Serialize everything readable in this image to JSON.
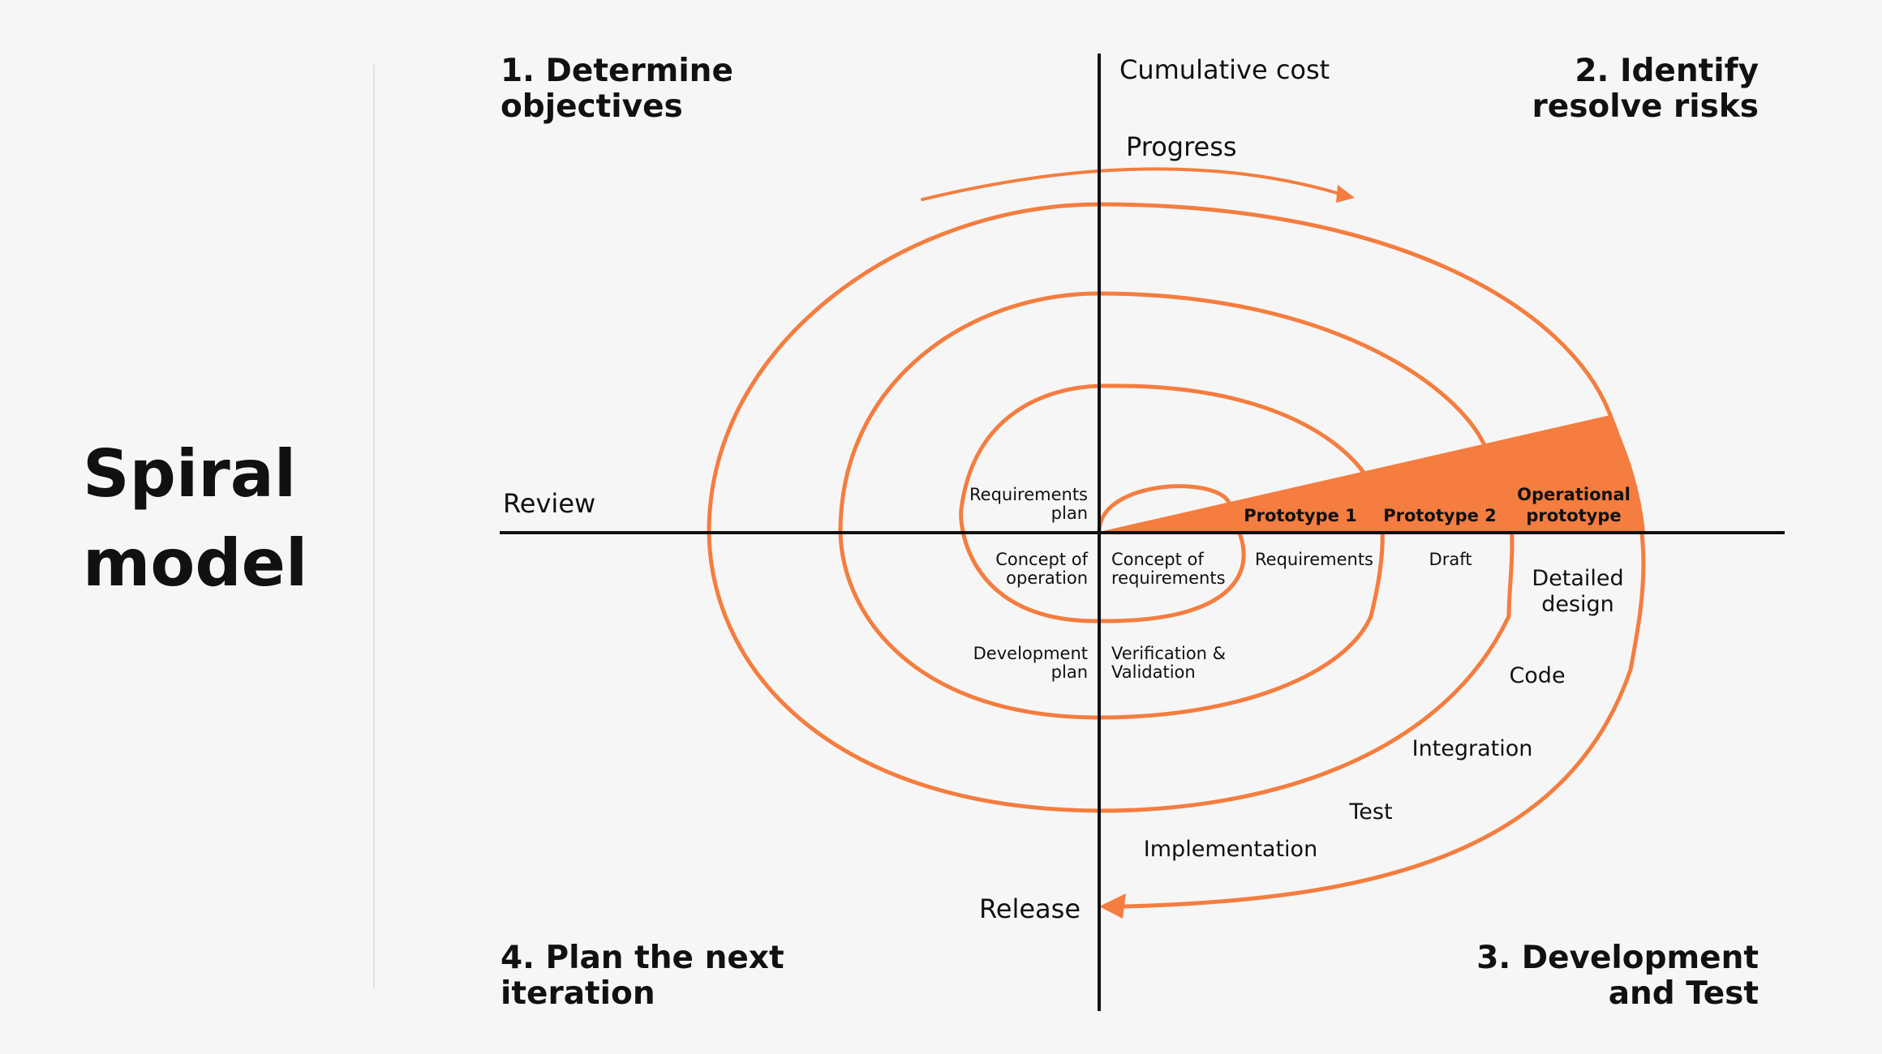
{
  "title": {
    "line1": "Spiral",
    "line2": "model"
  },
  "quadrants": {
    "q1": {
      "line1": "1. Determine",
      "line2": "objectives"
    },
    "q2": {
      "line1": "2. Identify",
      "line2": "resolve risks"
    },
    "q3": {
      "line1": "3. Development",
      "line2": "and Test"
    },
    "q4": {
      "line1": "4. Plan the next",
      "line2": "iteration"
    }
  },
  "axes": {
    "vertical": "Cumulative cost",
    "horizontal": "Review",
    "progress": "Progress",
    "release": "Release"
  },
  "prototypes": {
    "p1": "Prototype 1",
    "p2": "Prototype 2",
    "p3_line1": "Operational",
    "p3_line2": "prototype"
  },
  "steps": {
    "requirements_plan_1": "Requirements",
    "requirements_plan_2": "plan",
    "concept_operation_1": "Concept of",
    "concept_operation_2": "operation",
    "concept_requirements_1": "Concept of",
    "concept_requirements_2": "requirements",
    "requirements": "Requirements",
    "draft": "Draft",
    "development_plan_1": "Development",
    "development_plan_2": "plan",
    "verification_1": "Verification &",
    "verification_2": "Validation",
    "detailed_design_1": "Detailed",
    "detailed_design_2": "design",
    "code": "Code",
    "integration": "Integration",
    "test": "Test",
    "implementation": "Implementation"
  },
  "colors": {
    "accent": "#f47d3f",
    "text": "#111111",
    "background": "#f6f6f6",
    "divider": "#e1e1e1"
  }
}
